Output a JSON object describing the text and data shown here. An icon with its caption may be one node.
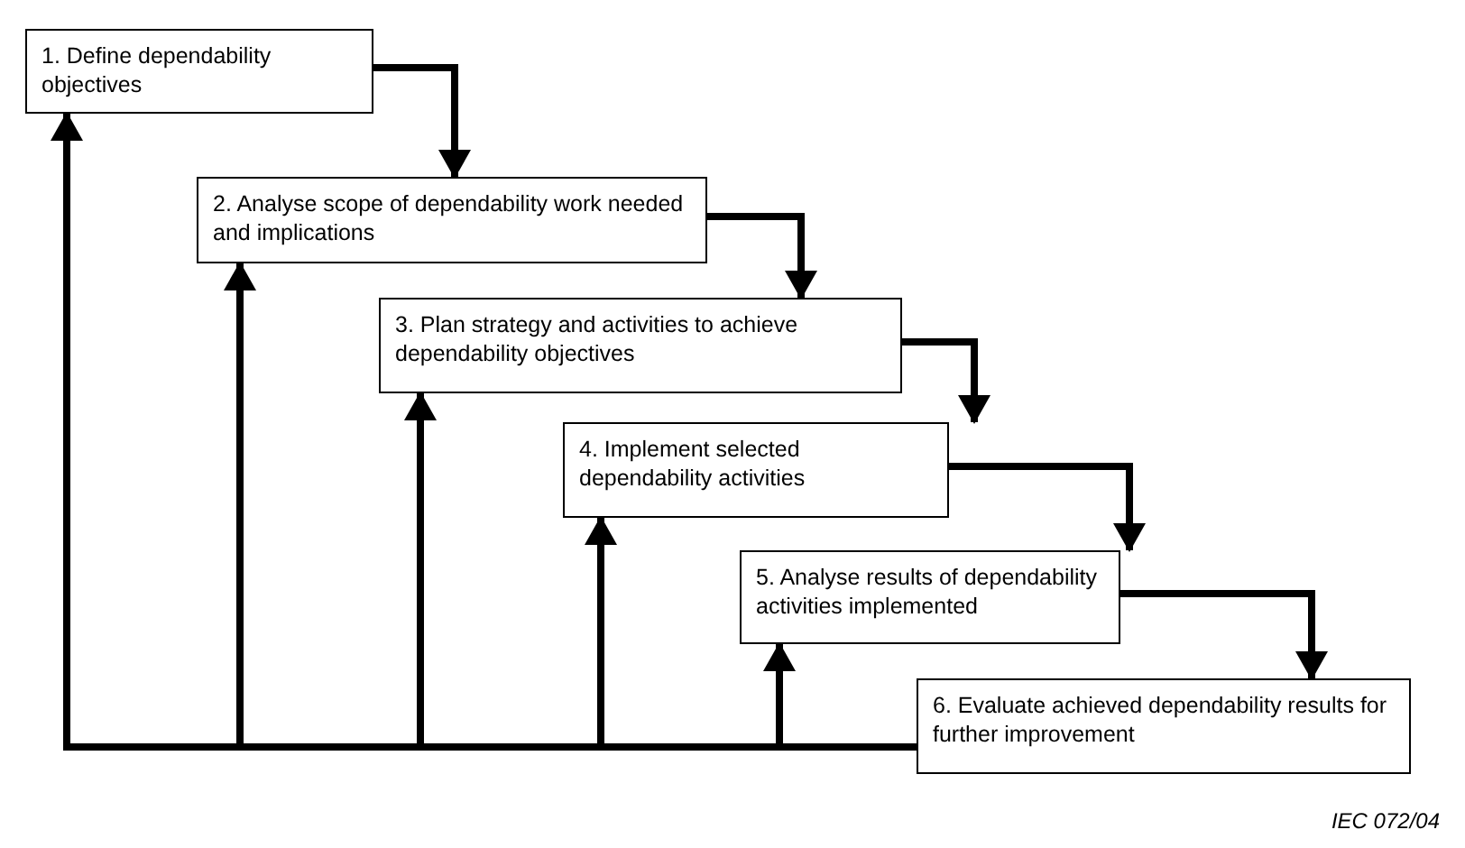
{
  "diagram": {
    "nodes": [
      {
        "text": [
          "1. Define dependability objectives"
        ]
      },
      {
        "text": [
          "2. Analyse scope of dependability work needed and implications"
        ]
      },
      {
        "text": [
          "3. Plan strategy and activities to achieve dependability objectives"
        ]
      },
      {
        "text": [
          "4. Implement selected dependability activities"
        ]
      },
      {
        "text": [
          "5. Analyse results of dependability activities implemented"
        ]
      },
      {
        "text": [
          "6. Evaluate achieved dependability results for further improvement"
        ]
      }
    ],
    "edges": [
      {
        "from": 0,
        "to": 1,
        "arrow": "to"
      },
      {
        "from": 1,
        "to": 2,
        "arrow": "to"
      },
      {
        "from": 2,
        "to": 3,
        "arrow": "to"
      },
      {
        "from": 3,
        "to": 4,
        "arrow": "to"
      },
      {
        "from": 4,
        "to": 5,
        "arrow": "to"
      },
      {
        "from": 5,
        "to": 0,
        "arrow": "to"
      },
      {
        "from": 5,
        "to": 1,
        "arrow": "to"
      },
      {
        "from": 5,
        "to": 2,
        "arrow": "to"
      },
      {
        "from": 5,
        "to": 3,
        "arrow": "to"
      },
      {
        "from": 5,
        "to": 4,
        "arrow": "to"
      }
    ],
    "labels": [
      "IEC 072/04"
    ]
  }
}
